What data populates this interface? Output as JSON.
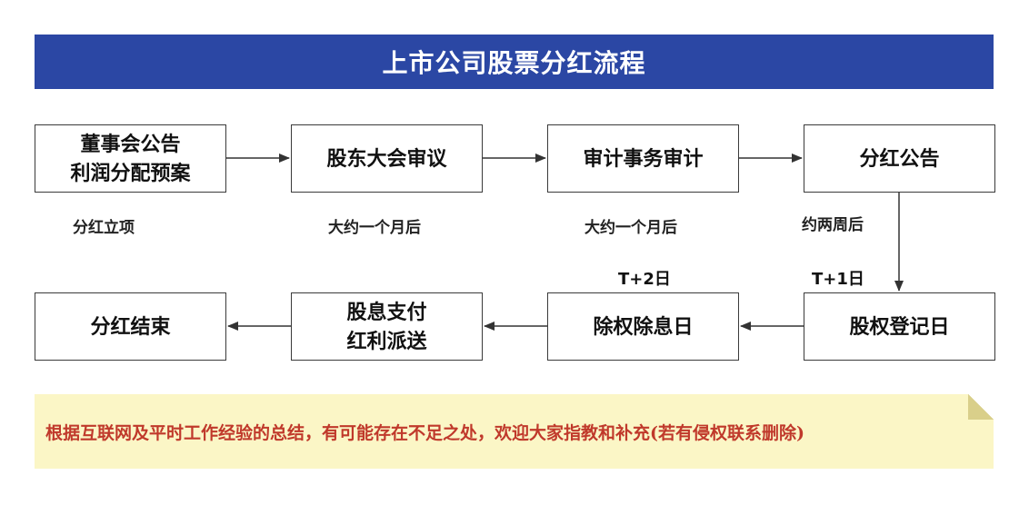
{
  "title": "上市公司股票分红流程",
  "steps": {
    "board": {
      "line1": "董事会公告",
      "line2": "利润分配预案"
    },
    "shareholders": {
      "line1": "股东大会审议"
    },
    "audit": {
      "line1": "审计事务审计"
    },
    "announce": {
      "line1": "分红公告"
    },
    "record": {
      "line1": "股权登记日"
    },
    "exdiv": {
      "line1": "除权除息日"
    },
    "pay": {
      "line1": "股息支付",
      "line2": "红利派送"
    },
    "end": {
      "line1": "分红结束"
    }
  },
  "captions": {
    "board": "分红立项",
    "shareholders": "大约一个月后",
    "audit": "大约一个月后",
    "announce": "约两周后"
  },
  "timing": {
    "record": "T+1日",
    "exdiv": "T+2日"
  },
  "note": "根据互联网及平时工作经验的总结，有可能存在不足之处，欢迎大家指教和补充(若有侵权联系删除)",
  "colors": {
    "banner": "#2b47a4",
    "note_bg": "#fbf6c6",
    "note_text": "#c0392b",
    "arrow": "#333333"
  }
}
